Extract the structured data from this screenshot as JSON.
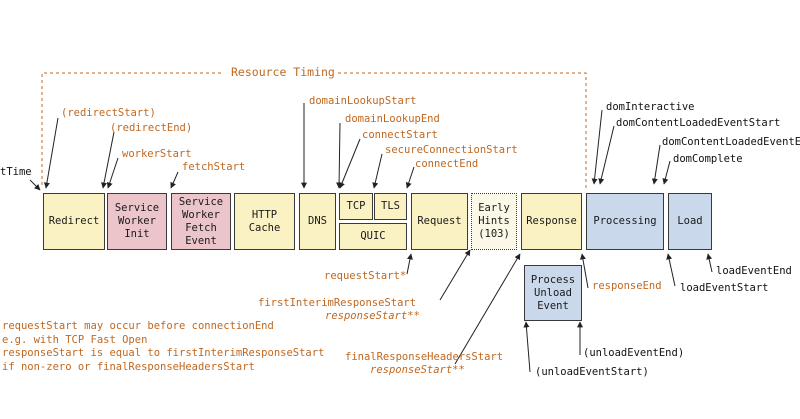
{
  "title": "Resource Timing",
  "boxes": {
    "redirect": "Redirect",
    "service_worker_init": "Service\nWorker\nInit",
    "service_worker_fetch": "Service\nWorker\nFetch\nEvent",
    "http_cache": "HTTP\nCache",
    "dns": "DNS",
    "tcp": "TCP",
    "tls": "TLS",
    "quic": "QUIC",
    "request": "Request",
    "early_hints": "Early\nHints\n(103)",
    "response": "Response",
    "processing": "Processing",
    "load": "Load",
    "process_unload": "Process\nUnload\nEvent"
  },
  "labels_top": {
    "start_time": "tTime",
    "redirect_start": "(redirectStart)",
    "redirect_end": "(redirectEnd)",
    "worker_start": "workerStart",
    "fetch_start": "fetchStart",
    "domain_lookup_start": "domainLookupStart",
    "domain_lookup_end": "domainLookupEnd",
    "connect_start": "connectStart",
    "secure_connection_start": "secureConnectionStart",
    "connect_end": "connectEnd",
    "dom_interactive": "domInteractive",
    "dom_content_loaded_event_start": "domContentLoadedEventStart",
    "dom_content_loaded_event_end": "domContentLoadedEventEnd",
    "dom_complete": "domComplete"
  },
  "labels_bottom": {
    "request_start": "requestStart*",
    "first_interim_response_start": "firstInterimResponseStart",
    "response_start_a": "responseStart**",
    "response_end": "responseEnd",
    "final_response_headers_start": "finalResponseHeadersStart",
    "response_start_b": "responseStart**",
    "unload_event_end": "(unloadEventEnd)",
    "unload_event_start": "(unloadEventStart)",
    "load_event_end": "loadEventEnd",
    "load_event_start": "loadEventStart"
  },
  "notes": [
    "requestStart may occur before connectionEnd",
    "e.g. with TCP Fast Open",
    "responseStart is equal to firstInterimResponseStart",
    "if non-zero or finalResponseHeadersStart"
  ],
  "colors": {
    "orange": "#c06820",
    "yellow": "#fbf2c4",
    "pink": "#ebc5c9",
    "blue": "#c9d8ea",
    "border": "#3a3a3a"
  }
}
